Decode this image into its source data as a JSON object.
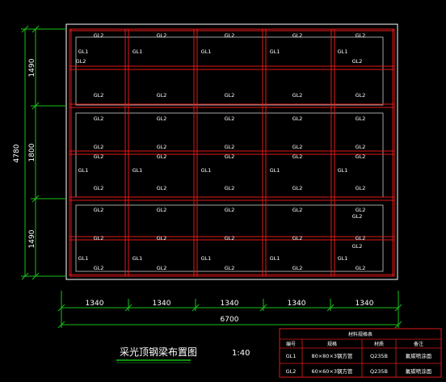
{
  "drawing": {
    "title": "采光顶钢梁布置图",
    "scale": "1:40",
    "beam_labels": {
      "secondary": "GL2",
      "primary": "GL1"
    },
    "colors": {
      "background": "#000000",
      "beam": "#e01818",
      "outline": "#ffffff",
      "dimension": "#19c219",
      "text": "#ffffff",
      "table_border": "#e01818"
    }
  },
  "dimensions": {
    "vertical_total": "4780",
    "vertical_segments": [
      "1490",
      "1800",
      "1490"
    ],
    "horizontal_segments": [
      "1340",
      "1340",
      "1340",
      "1340",
      "1340"
    ],
    "horizontal_total": "6700"
  },
  "material_table": {
    "title": "材料规格表",
    "headers": [
      "编号",
      "规格",
      "材质",
      "备注"
    ],
    "rows": [
      [
        "GL1",
        "80×80×3钢方管",
        "Q235B",
        "氟碳喷涂面"
      ],
      [
        "GL2",
        "60×60×3钢方管",
        "Q235B",
        "氟碳喷涂面"
      ]
    ]
  }
}
